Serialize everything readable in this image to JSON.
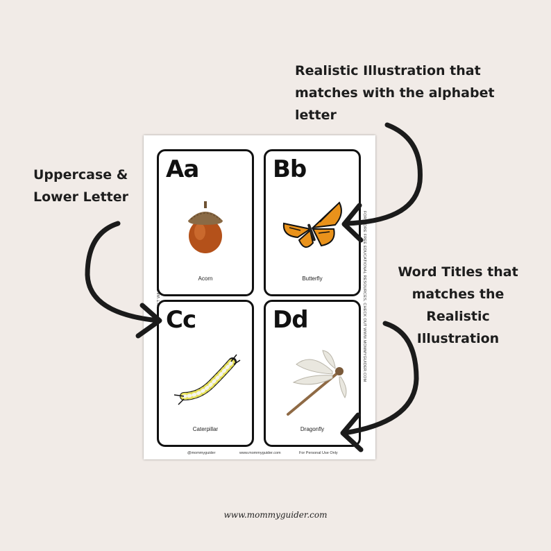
{
  "callouts": {
    "top": [
      "Realistic Illustration that",
      "matches with the alphabet",
      "letter"
    ],
    "left": [
      "Uppercase &",
      "Lower Letter"
    ],
    "right": [
      "Word Titles that",
      "matches the",
      "Realistic",
      "Illustration"
    ]
  },
  "cards": [
    {
      "letter": "Aa",
      "word": "Acorn",
      "icon": "acorn-icon"
    },
    {
      "letter": "Bb",
      "word": "Butterfly",
      "icon": "butterfly-icon"
    },
    {
      "letter": "Cc",
      "word": "Caterpillar",
      "icon": "caterpillar-icon"
    },
    {
      "letter": "Dd",
      "word": "Dragonfly",
      "icon": "dragonfly-icon"
    }
  ],
  "sheet": {
    "side_left": "TAG US ON INSTAGRAM @MOMMYGUIDER - WE CAN'T WAIT TO SEE HOW YOUR FAMILY USES THIS PRINTABLE!",
    "side_right": "FOR MORE FREE EDUCATIONAL RESOURCES, CHECK OUT WWW.MOMMYGUIDER.COM",
    "footer": [
      "@mommyguider",
      "www.mommyguider.com",
      "For Personal Use Only"
    ]
  },
  "site_url": "www.mommyguider.com",
  "colors": {
    "background": "#f1ebe7",
    "text": "#1d1d1d",
    "card_border": "#111111"
  }
}
